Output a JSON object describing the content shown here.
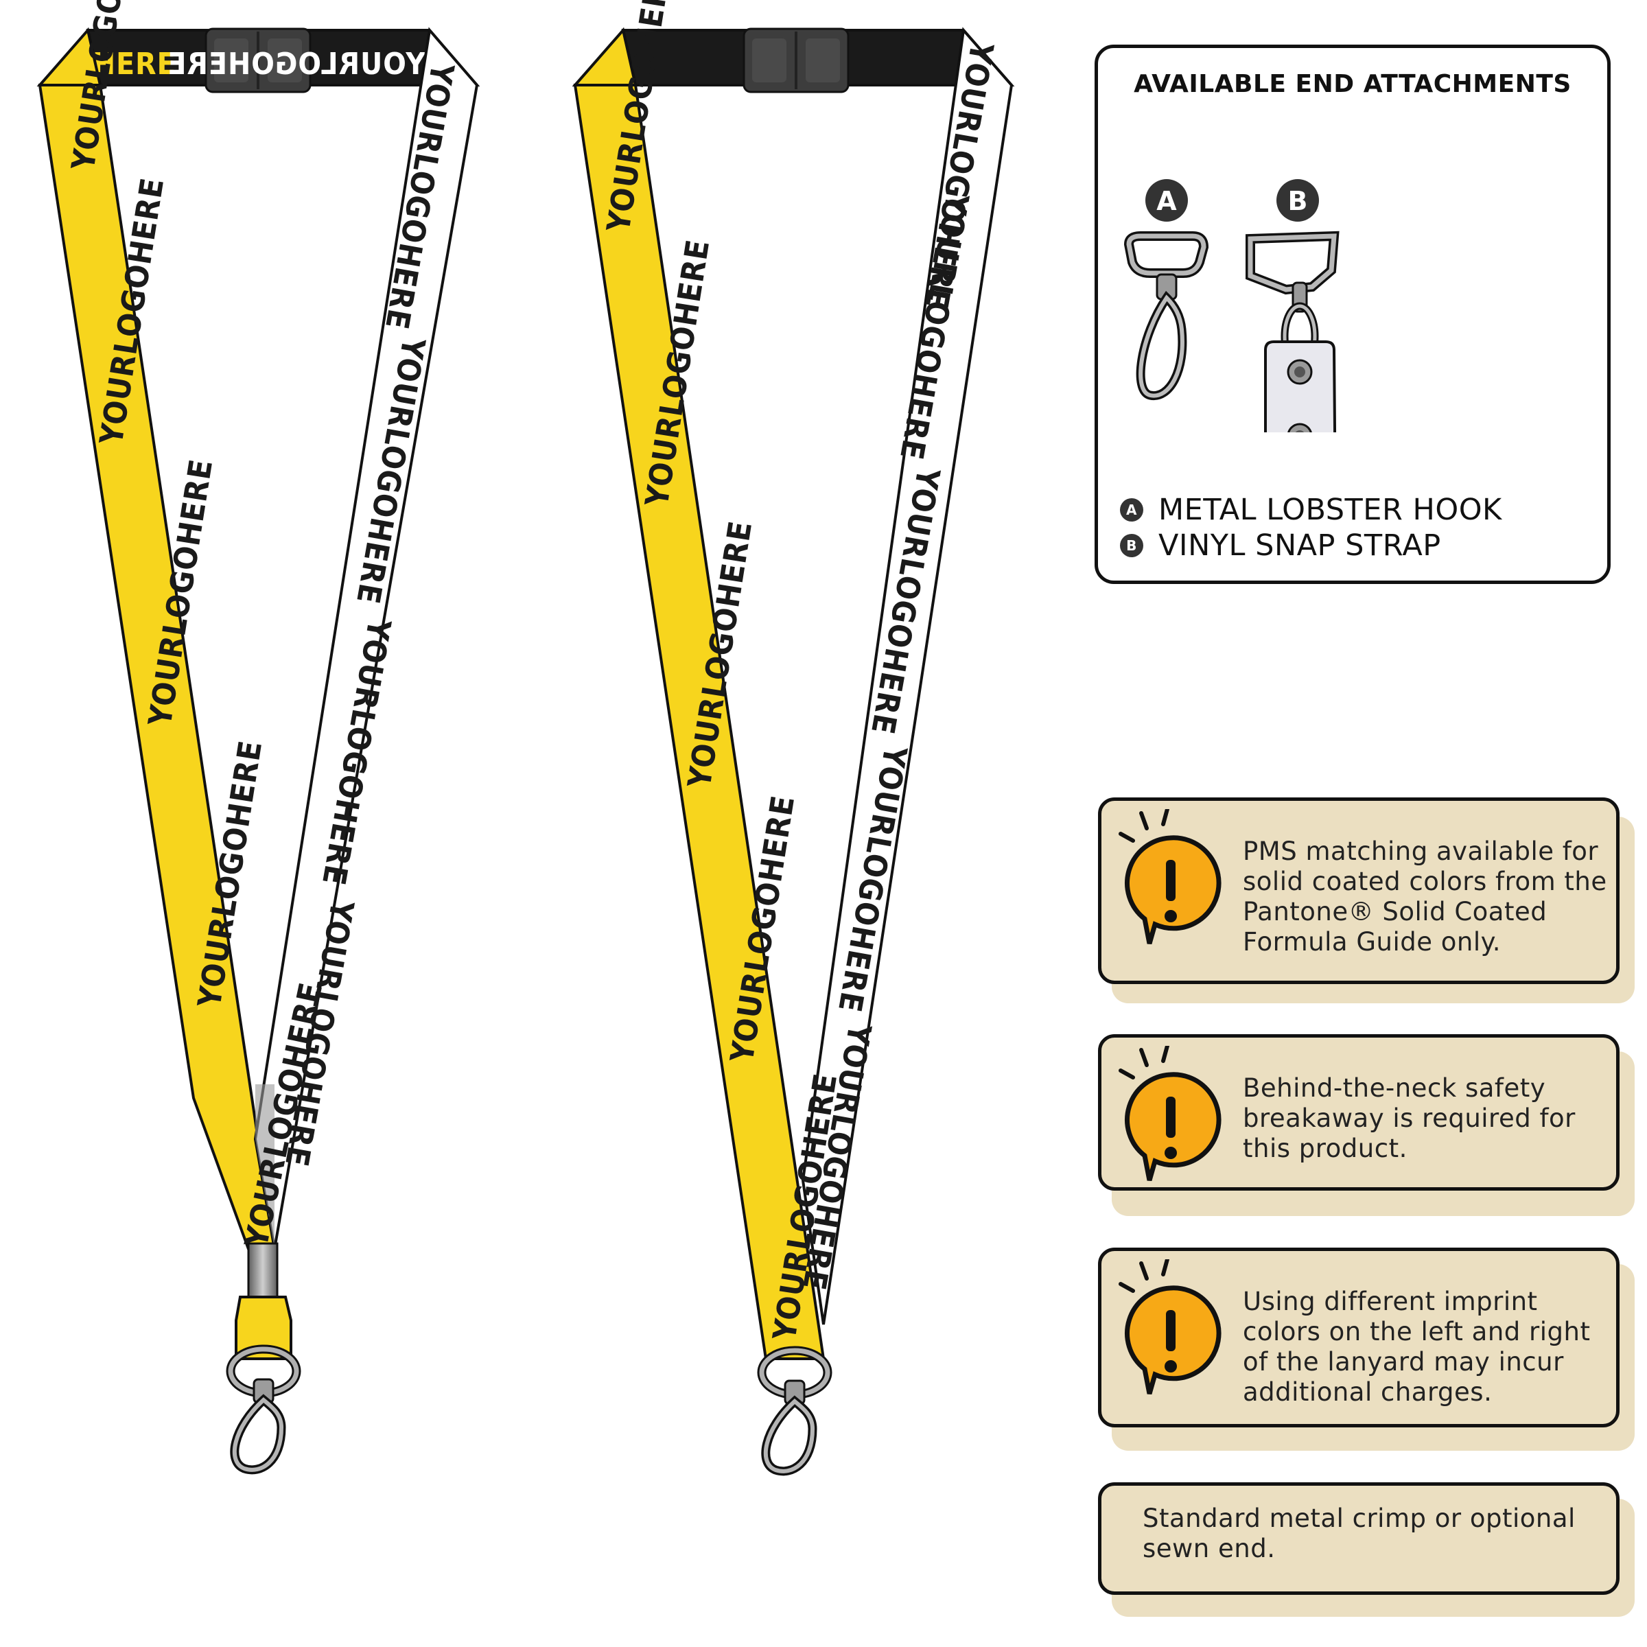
{
  "lanyard": {
    "logo_text": "YOURLOGOHERE",
    "colors": {
      "yellow": "#f7d51d",
      "white": "#ffffff",
      "black": "#1a1a1a",
      "metal": "#8a8a8a"
    },
    "variants": [
      {
        "name": "metal crimp end"
      },
      {
        "name": "sewn end"
      }
    ]
  },
  "attachments": {
    "title": "AVAILABLE END ATTACHMENTS",
    "items": [
      {
        "badge": "A",
        "label": "METAL LOBSTER HOOK",
        "icon": "lobster-hook-icon"
      },
      {
        "badge": "B",
        "label": "VINYL SNAP STRAP",
        "icon": "vinyl-snap-strap-icon"
      }
    ]
  },
  "notes": [
    {
      "icon": "alert-icon",
      "lines": [
        "PMS matching available for",
        "solid coated colors from the",
        "Pantone® Solid Coated",
        "Formula Guide only."
      ]
    },
    {
      "icon": "alert-icon",
      "lines": [
        "Behind-the-neck safety",
        "breakaway is required for",
        "this product."
      ]
    },
    {
      "icon": "alert-icon",
      "lines": [
        "Using different imprint",
        "colors on the left and right",
        "of the lanyard may incur",
        "additional charges."
      ]
    },
    {
      "icon": "",
      "lines": [
        "Standard metal crimp or optional",
        "sewn end."
      ]
    }
  ]
}
